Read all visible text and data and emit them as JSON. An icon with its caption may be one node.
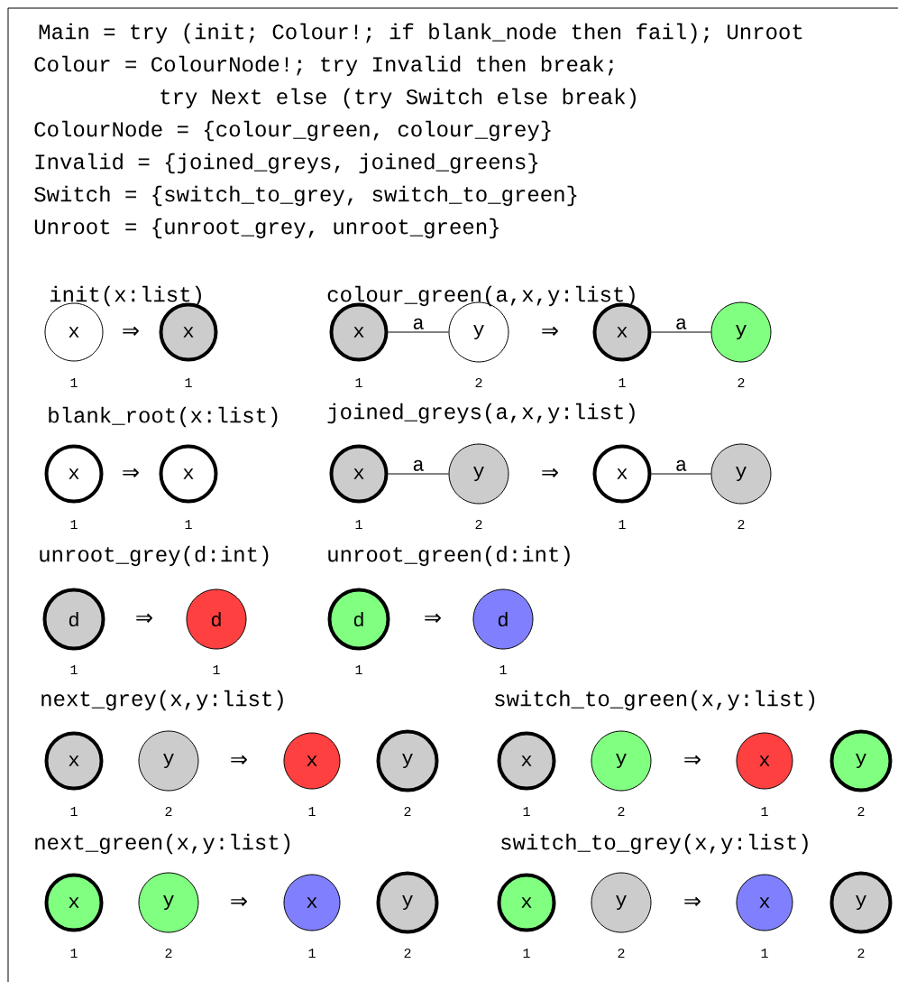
{
  "diagram": {
    "nodes": [
      {
        "text": [
          "x"
        ],
        "beside": [
          "1"
        ]
      },
      {
        "text": [
          "x"
        ],
        "beside": [
          "1"
        ]
      },
      {
        "text": [
          "x"
        ],
        "beside": [
          "1"
        ]
      },
      {
        "text": [
          "y"
        ],
        "beside": [
          "2"
        ]
      },
      {
        "text": [
          "x"
        ],
        "beside": [
          "1"
        ]
      },
      {
        "text": [
          "y"
        ],
        "beside": [
          "2"
        ]
      },
      {
        "text": [
          "x"
        ],
        "beside": [
          "1"
        ]
      },
      {
        "text": [
          "x"
        ],
        "beside": [
          "1"
        ]
      },
      {
        "text": [
          "x"
        ],
        "beside": [
          "1"
        ]
      },
      {
        "text": [
          "y"
        ],
        "beside": [
          "2"
        ]
      },
      {
        "text": [
          "x"
        ],
        "beside": [
          "1"
        ]
      },
      {
        "text": [
          "y"
        ],
        "beside": [
          "2"
        ]
      },
      {
        "text": [
          "d"
        ],
        "beside": [
          "1"
        ]
      },
      {
        "text": [
          "d"
        ],
        "beside": [
          "1"
        ]
      },
      {
        "text": [
          "d"
        ],
        "beside": [
          "1"
        ]
      },
      {
        "text": [
          "d"
        ],
        "beside": [
          "1"
        ]
      },
      {
        "text": [
          "x"
        ],
        "beside": [
          "1"
        ]
      },
      {
        "text": [
          "y"
        ],
        "beside": [
          "2"
        ]
      },
      {
        "text": [
          "x"
        ],
        "beside": [
          "1"
        ]
      },
      {
        "text": [
          "y"
        ],
        "beside": [
          "2"
        ]
      },
      {
        "text": [
          "x"
        ],
        "beside": [
          "1"
        ]
      },
      {
        "text": [
          "y"
        ],
        "beside": [
          "2"
        ]
      },
      {
        "text": [
          "x"
        ],
        "beside": [
          "1"
        ]
      },
      {
        "text": [
          "y"
        ],
        "beside": [
          "2"
        ]
      },
      {
        "text": [
          "x"
        ],
        "beside": [
          "1"
        ]
      },
      {
        "text": [
          "y"
        ],
        "beside": [
          "2"
        ]
      },
      {
        "text": [
          "x"
        ],
        "beside": [
          "1"
        ]
      },
      {
        "text": [
          "y"
        ],
        "beside": [
          "2"
        ]
      },
      {
        "text": [
          "x"
        ],
        "beside": [
          "1"
        ]
      },
      {
        "text": [
          "y"
        ],
        "beside": [
          "2"
        ]
      },
      {
        "text": [
          "x"
        ],
        "beside": [
          "1"
        ]
      },
      {
        "text": [
          "y"
        ],
        "beside": [
          "2"
        ]
      }
    ],
    "edges": [
      {
        "from": 2,
        "to": 3,
        "arrow": "none",
        "label": "a"
      },
      {
        "from": 4,
        "to": 5,
        "arrow": "none",
        "label": "a"
      },
      {
        "from": 8,
        "to": 9,
        "arrow": "none",
        "label": "a"
      },
      {
        "from": 10,
        "to": 11,
        "arrow": "none",
        "label": "a"
      }
    ],
    "labels": [
      "Main = try (init; Colour!; if blank_node then fail); Unroot",
      "Colour = ColourNode!; try Invalid then break;",
      "try Next else (try Switch else break)",
      "ColourNode = {colour_green, colour_grey}",
      "Invalid = {joined_greys, joined_greens}",
      "Switch = {switch_to_grey, switch_to_green}",
      "Unroot = {unroot_grey, unroot_green}",
      "init(x:list)",
      "colour_green(a,x,y:list)",
      "⇒",
      "⇒",
      "blank_root(x:list)",
      "joined_greys(a,x,y:list)",
      "⇒",
      "⇒",
      "unroot_grey(d:int)",
      "unroot_green(d:int)",
      "⇒",
      "⇒",
      "next_grey(x,y:list)",
      "switch_to_green(x,y:list)",
      "⇒",
      "⇒",
      "next_green(x,y:list)",
      "switch_to_grey(x,y:list)",
      "⇒",
      "⇒"
    ]
  }
}
